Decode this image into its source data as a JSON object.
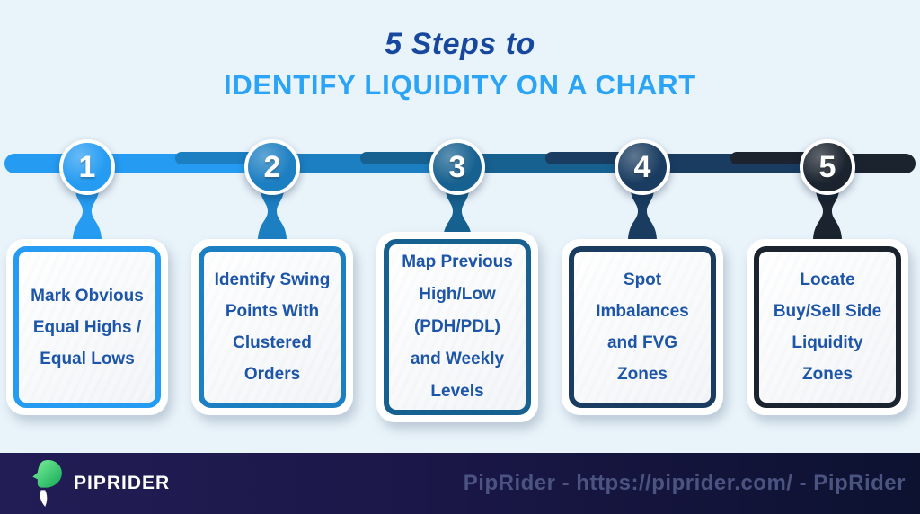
{
  "title": {
    "line1": "5 Steps to",
    "line2": "IDENTIFY LIQUIDITY ON A CHART"
  },
  "steps": [
    {
      "number": "1",
      "color": "#259cf2",
      "text": "Mark Obvious\nEqual Highs /\nEqual Lows"
    },
    {
      "number": "2",
      "color": "#1c7fc2",
      "text": "Identify Swing\nPoints With\nClustered\nOrders"
    },
    {
      "number": "3",
      "color": "#176190",
      "text": "Map Previous\nHigh/Low\n(PDH/PDL)\nand Weekly\nLevels"
    },
    {
      "number": "4",
      "color": "#193c60",
      "text": "Spot\nImbalances\nand FVG\nZones"
    },
    {
      "number": "5",
      "color": "#1a232e",
      "text": "Locate\nBuy/Sell Side\nLiquidity\nZones"
    }
  ],
  "footer": {
    "brand": "PIPRIDER",
    "credit": "PipRider - https://piprider.com/ - PipRider",
    "logo_icon": "piprider-horse-logo",
    "logo_green": "#3ddc7a",
    "logo_green_dark": "#12a857"
  },
  "colors": {
    "background": "#e9f3fa",
    "title_primary": "#17489e",
    "title_accent": "#2ba4f5",
    "card_text": "#1d55a8",
    "footer_bg_left": "#221d55",
    "footer_bg_right": "#0c1230",
    "footer_credit_text": "#4b5480"
  }
}
